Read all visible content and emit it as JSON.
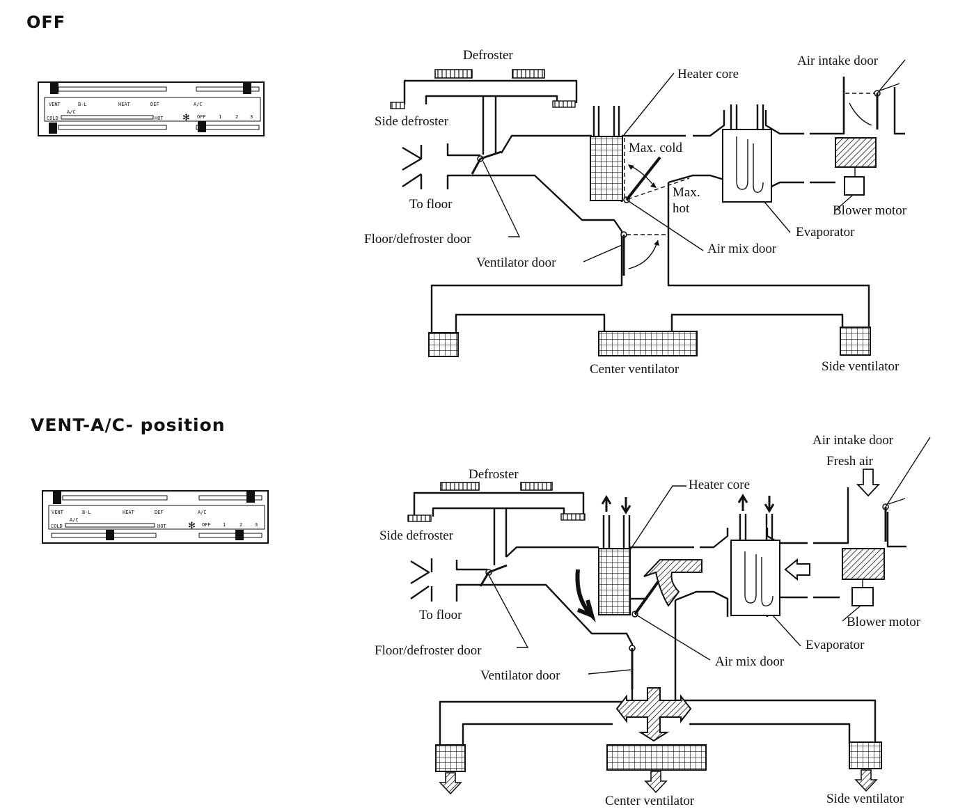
{
  "sections": [
    {
      "title": "OFF",
      "panel": {
        "mode_labels": [
          "VENT",
          "B-L",
          "HEAT",
          "DEF",
          "A/C"
        ],
        "temp_cold": "COLD",
        "temp_hot": "HOT",
        "fan_labels": [
          "OFF",
          "1",
          "2",
          "3"
        ],
        "ac_label": "A/C"
      },
      "labels": {
        "defroster": "Defroster",
        "side_defroster": "Side defroster",
        "heater_core": "Heater core",
        "air_intake_door": "Air intake door",
        "max_cold": "Max. cold",
        "max": "Max.",
        "hot": "hot",
        "blower_motor": "Blower motor",
        "to_floor": "To floor",
        "evaporator": "Evaporator",
        "floor_defroster_door": "Floor/defroster door",
        "air_mix_door": "Air mix door",
        "ventilator_door": "Ventilator door",
        "center_ventilator": "Center ventilator",
        "side_ventilator": "Side ventilator"
      }
    },
    {
      "title": "VENT-A/C- position",
      "panel": {
        "mode_labels": [
          "VENT",
          "B-L",
          "HEAT",
          "DEF",
          "A/C"
        ],
        "temp_cold": "COLD",
        "temp_hot": "HOT",
        "fan_labels": [
          "OFF",
          "1",
          "2",
          "3"
        ],
        "ac_label": "A/C"
      },
      "labels": {
        "defroster": "Defroster",
        "side_defroster": "Side defroster",
        "heater_core": "Heater core",
        "air_intake_door": "Air intake door",
        "fresh_air": "Fresh air",
        "blower_motor": "Blower motor",
        "to_floor": "To floor",
        "evaporator": "Evaporator",
        "floor_defroster_door": "Floor/defroster door",
        "air_mix_door": "Air mix door",
        "ventilator_door": "Ventilator door",
        "center_ventilator": "Center ventilator",
        "side_ventilator": "Side ventilator"
      }
    }
  ]
}
